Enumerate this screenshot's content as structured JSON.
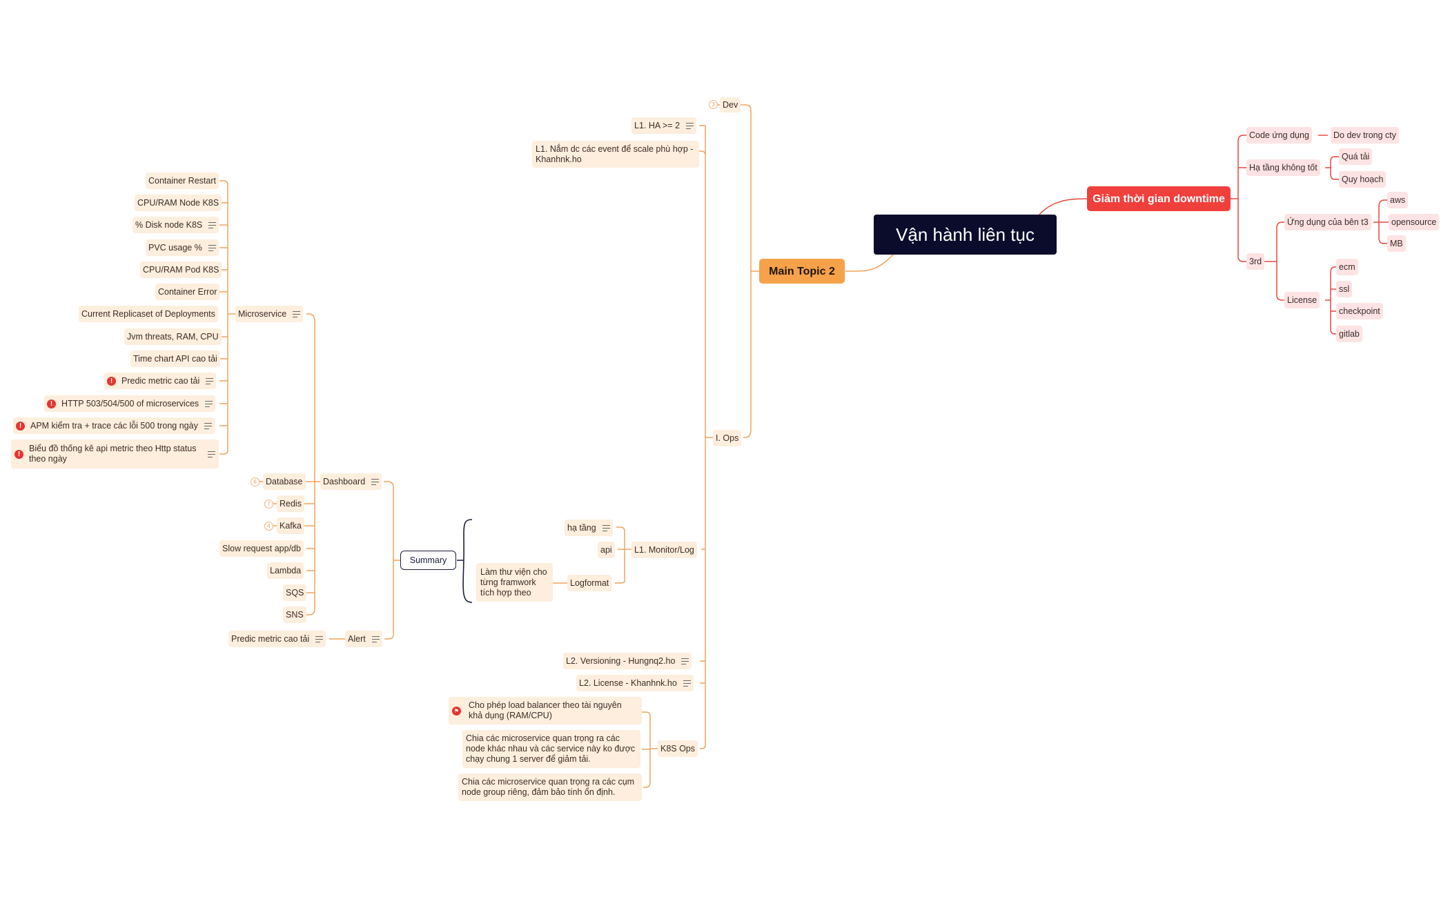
{
  "root": "Vận hành liên tục",
  "main_topic_2": "Main Topic 2",
  "ops": {
    "dev": "Dev",
    "dev_badge": "3",
    "l1_ha": "L1. HA >= 2",
    "l1_event": "L1. Nắm dc các event để scale phù hợp - Khanhnk.ho",
    "ops_label": "I. Ops",
    "monitor": "L1. Monitor/Log",
    "ha_tang": "hạ tầng",
    "api": "api",
    "logformat": "Logformat",
    "lib_note": "Làm thư viện cho từng framwork tích hợp theo",
    "versioning": "L2. Versioning - Hungnq2.ho",
    "license": "L2. License - Khanhnk.ho",
    "k8s_ops": "K8S Ops",
    "k8s_items": [
      "Cho phép load balancer theo tài nguyên khả dụng (RAM/CPU)",
      "Chia các microservice quan trọng ra các node khác nhau và các service này ko được chạy chung 1 server để giảm tải.",
      "Chia các microservice quan trọng ra các cụm node group riêng, đảm bảo tính ổn định."
    ]
  },
  "summary": {
    "label": "Summary",
    "dashboard": "Dashboard",
    "alert": "Alert",
    "alert_item": "Predic metric cao tải",
    "microservice": "Microservice",
    "micro_items": [
      "Container Restart",
      "CPU/RAM Node K8S",
      "% Disk node K8S",
      "PVC usage %",
      "CPU/RAM Pod K8S",
      "Container Error",
      "Current Replicaset of Deployments",
      "Jvm threats, RAM, CPU",
      "Time chart API cao tải",
      "Predic metric cao tải",
      "HTTP 503/504/500 of microservices",
      "APM kiểm tra + trace các lỗi 500 trong ngày",
      "Biểu đồ thống kê api metric theo Http status theo ngày"
    ],
    "database": "Database",
    "database_badge": "6",
    "redis": "Redis",
    "redis_badge": "7",
    "kafka": "Kafka",
    "kafka_badge": "4",
    "slow_request": "Slow request app/db",
    "lambda": "Lambda",
    "sqs": "SQS",
    "sns": "SNS"
  },
  "downtime": {
    "label": "Giảm thời gian downtime",
    "code": "Code ứng dụng",
    "code_child": "Do dev trong cty",
    "infra": "Hạ tầng không tốt",
    "infra_children": [
      "Quá tải",
      "Quy hoạch"
    ],
    "third": "3rd",
    "app3": "Ứng dụng của bên t3",
    "app3_children": [
      "aws",
      "opensource",
      "MB"
    ],
    "license": "License",
    "license_children": [
      "ecm",
      "ssl",
      "checkpoint",
      "gitlab"
    ]
  },
  "colors": {
    "orange_line": "#f0a35a",
    "red_line": "#e8473f",
    "node_orange": "#fdeedd",
    "node_red": "#fde3e3",
    "root_bg": "#0b0b2b"
  }
}
